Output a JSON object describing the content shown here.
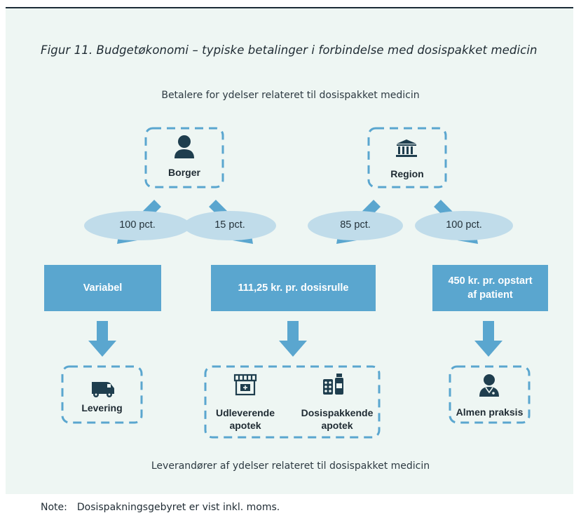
{
  "figure_title": "Figur 11. Budgetøkonomi – typiske betalinger i forbindelse med dosispakket medicin",
  "payers_heading": "Betalere for ydelser relateret til dosispakket medicin",
  "suppliers_heading": "Leverandører af ydelser relateret til dosispakket medicin",
  "payers": {
    "borger": "Borger",
    "region": "Region"
  },
  "percentages": {
    "borger_variabel": "100 pct.",
    "borger_dosisrulle": "15 pct.",
    "region_dosisrulle": "85 pct.",
    "region_opstart": "100 pct."
  },
  "prices": {
    "variabel": "Variabel",
    "dosisrulle": "111,25 kr. pr. dosisrulle",
    "opstart_line1": "450 kr. pr. opstart",
    "opstart_line2": "af patient"
  },
  "suppliers": {
    "levering": "Levering",
    "udleverende_line1": "Udleverende",
    "udleverende_line2": "apotek",
    "dosispakkende_line1": "Dosispakkende",
    "dosispakkende_line2": "apotek",
    "almen_praksis": "Almen praksis"
  },
  "note_label": "Note:",
  "note_text": "Dosispakningsgebyret er vist inkl. moms.",
  "colors": {
    "box_blue": "#5aa6cf",
    "ellipse_blue": "#c0dcea",
    "dash_blue": "#5aa6cf",
    "icon_dark": "#1f3e4e",
    "background": "#eef6f3"
  },
  "icons": [
    "person-icon",
    "bank-icon",
    "van-icon",
    "shop-icon",
    "pill-pack-icon",
    "doctor-icon"
  ]
}
